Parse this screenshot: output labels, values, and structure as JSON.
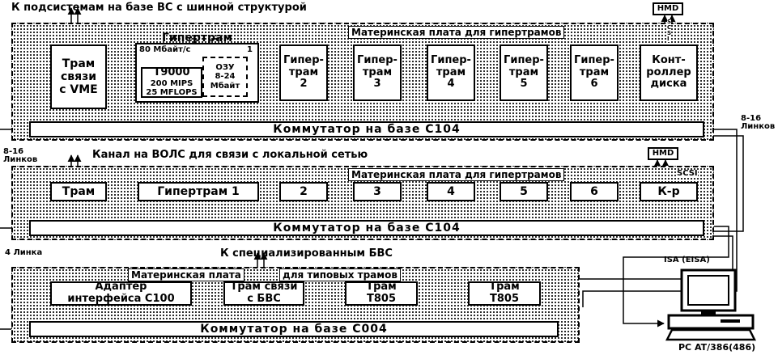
{
  "top_labels": {
    "bus_subsystems": "К подсистемам на базе ВС с шинной структурой",
    "fiber_channel": "Канал на ВОЛС для связи с локальной сетью",
    "specialized": "К специализированным БВС",
    "links_8_16_a": "8-16\nЛинков",
    "links_8_16_b": "8-16\nЛинков",
    "links_4": "4 Линка",
    "isa": "ISA (EISA)",
    "pc": "PC AT/386(486)",
    "hmd1": "HMD",
    "hmd2": "HMD",
    "scsi1": "S\nC\nS\nI",
    "scsi2": "SCSI"
  },
  "board1": {
    "plate_label": "Материнская плата для гипертрамов",
    "hypertram_title": "Гипертрам",
    "speed": "80 Мбайт/с",
    "one": "1",
    "t9000": "T9000",
    "mips": "200 MIPS",
    "mflops": "25 MFLOPS",
    "ram": "ОЗУ\n8-24\nМбайт",
    "blocks": [
      "Трам\nсвязи\nс VME",
      "Гипер-\nтрам\n2",
      "Гипер-\nтрам\n3",
      "Гипер-\nтрам\n4",
      "Гипер-\nтрам\n5",
      "Гипер-\nтрам\n6",
      "Конт-\nроллер\nдиска"
    ],
    "bus": "Коммутатор на базе С104"
  },
  "board2": {
    "plate_label": "Материнская плата для гипертрамов",
    "blocks": [
      "Трам",
      "Гипертрам 1",
      "2",
      "3",
      "4",
      "5",
      "6",
      "К-р"
    ],
    "bus": "Коммутатор на базе С104"
  },
  "board3": {
    "plate_label_a": "Материнская плата",
    "plate_label_b": "для типовых трамов",
    "blocks": [
      "Адаптер\nинтерфейса С100",
      "Трам связи\nс БВС",
      "Трам\nТ805",
      "Трам\nТ805"
    ],
    "bus": "Коммутатор на базе С004"
  }
}
